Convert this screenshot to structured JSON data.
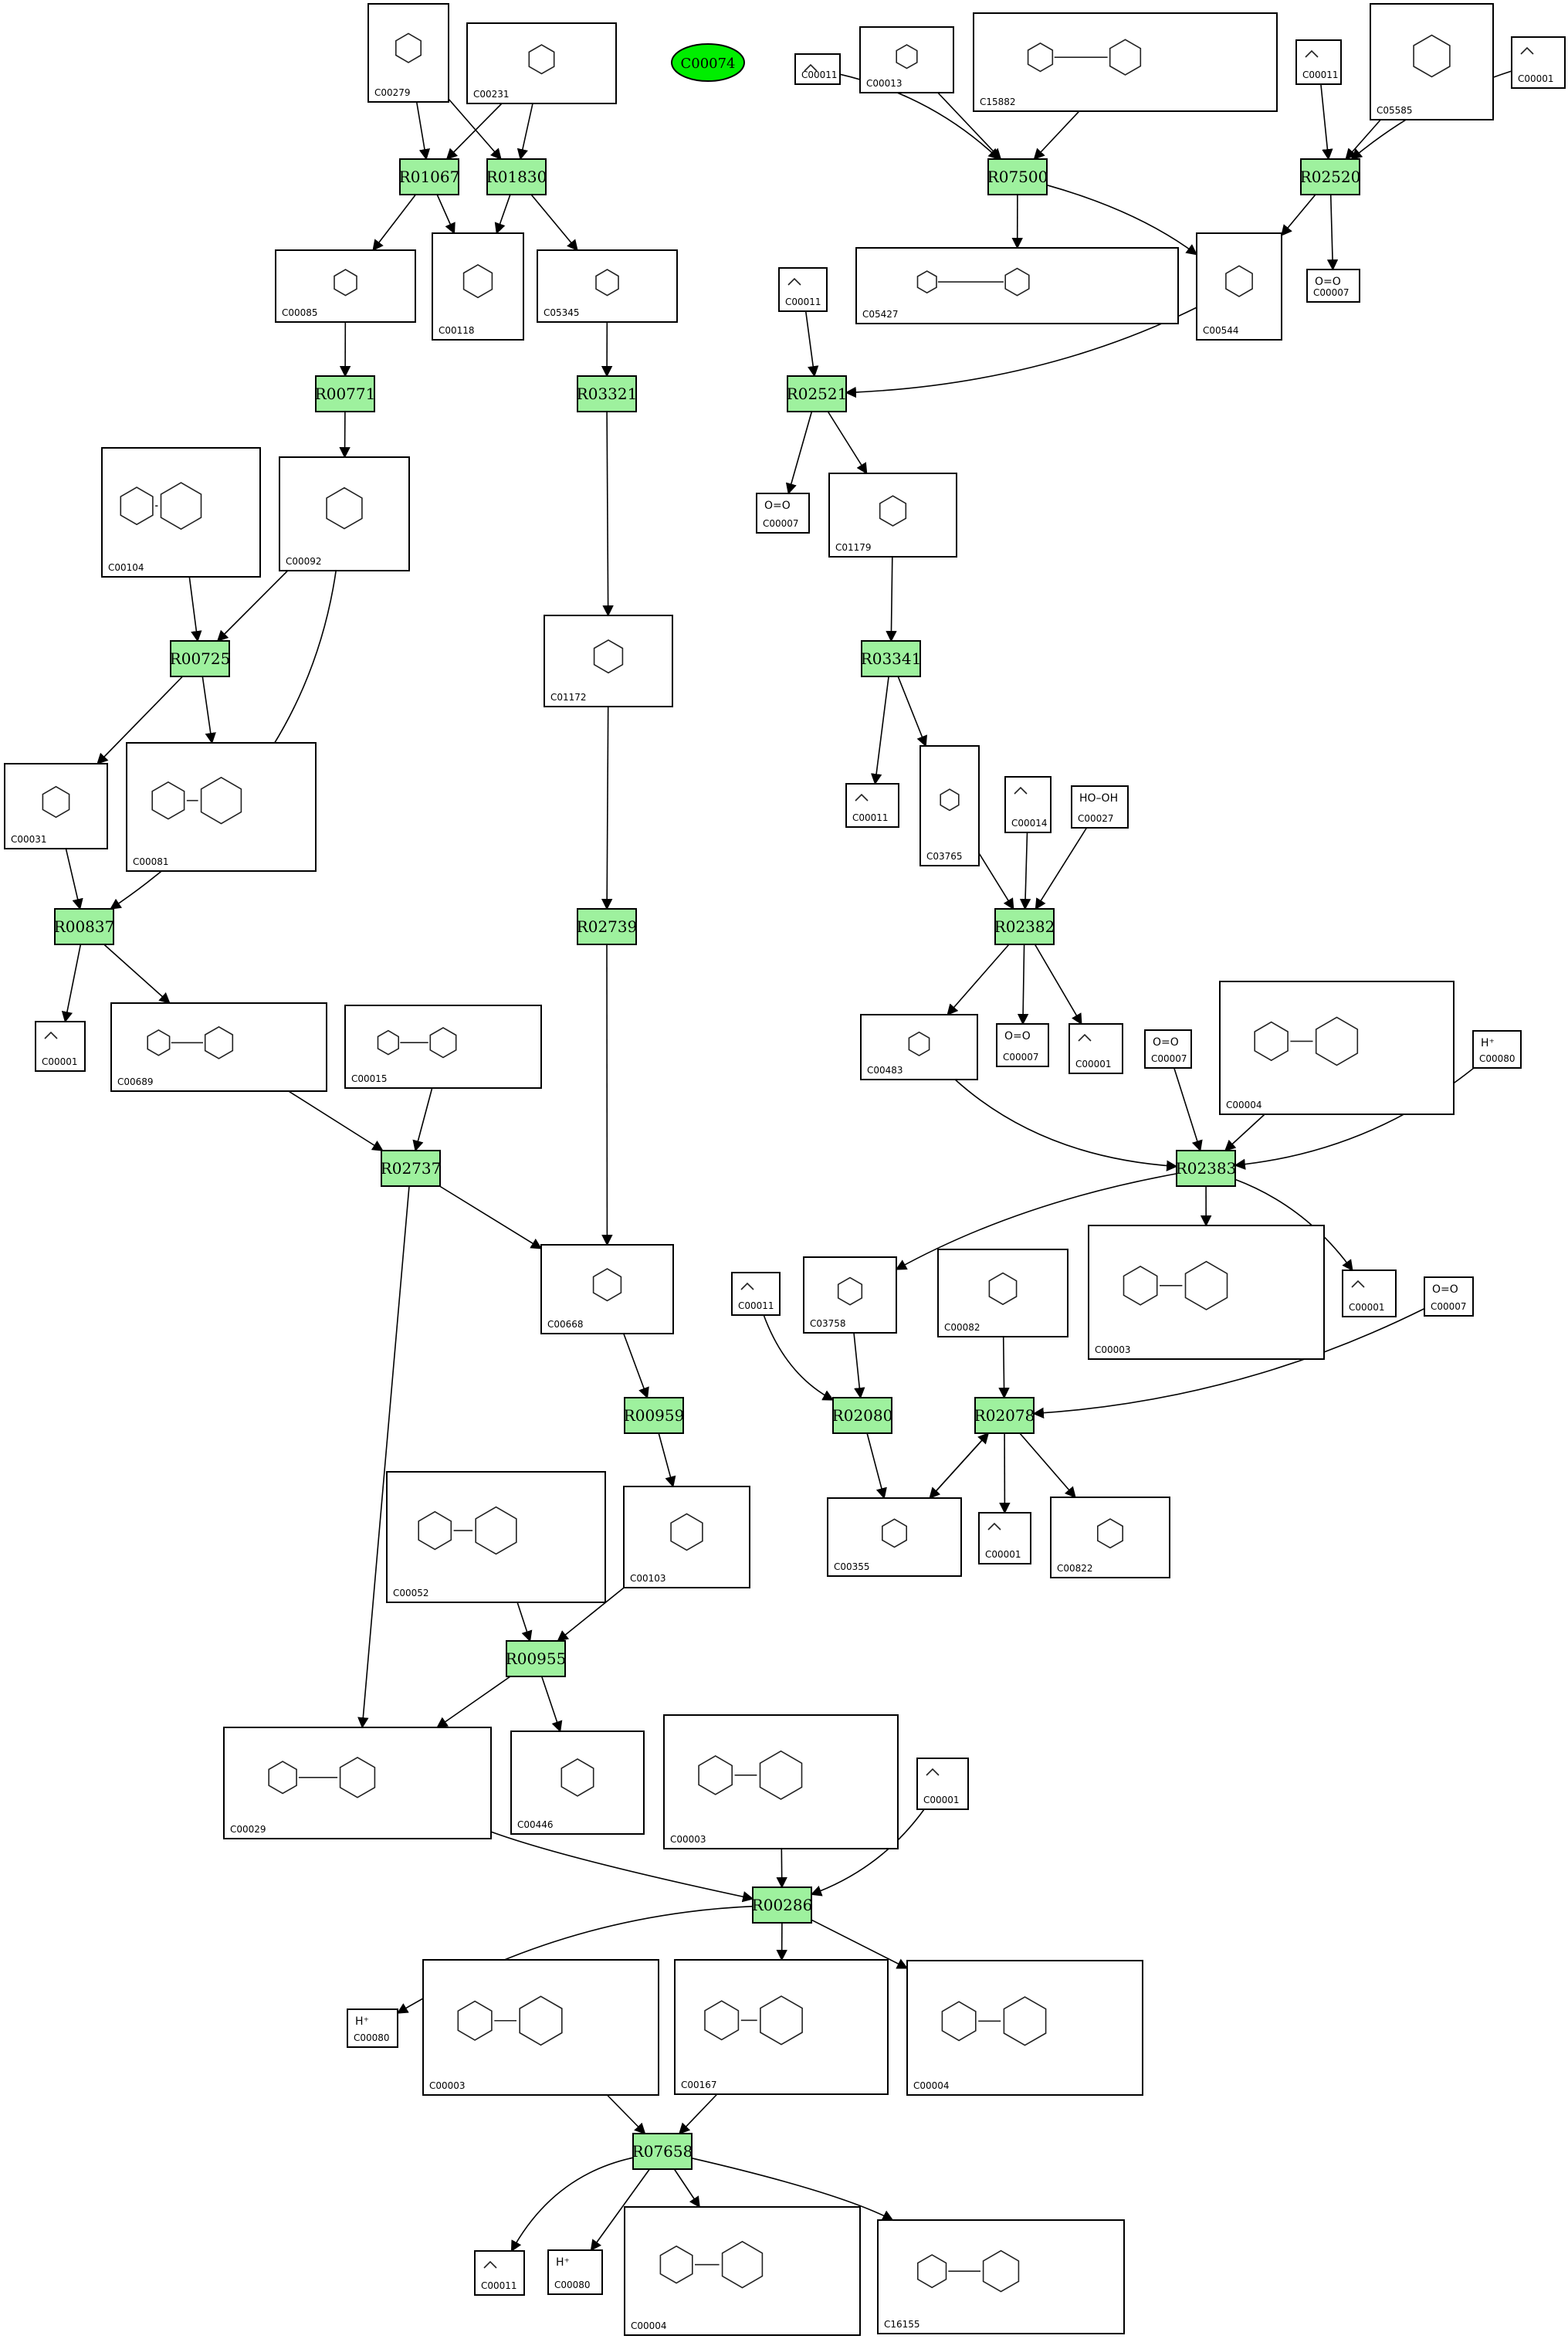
{
  "start_node": {
    "label": "C00074",
    "color": "#00ee00"
  },
  "colors": {
    "reaction_fill": "#9ef19e",
    "start_fill": "#00ee00",
    "edge": "#000000"
  },
  "reactions": [
    {
      "id": "R01067",
      "label": "R01067"
    },
    {
      "id": "R01830",
      "label": "R01830"
    },
    {
      "id": "R07500",
      "label": "R07500"
    },
    {
      "id": "R02520",
      "label": "R02520"
    },
    {
      "id": "R00771",
      "label": "R00771"
    },
    {
      "id": "R03321",
      "label": "R03321"
    },
    {
      "id": "R02521",
      "label": "R02521"
    },
    {
      "id": "R00725",
      "label": "R00725"
    },
    {
      "id": "R03341",
      "label": "R03341"
    },
    {
      "id": "R00837",
      "label": "R00837"
    },
    {
      "id": "R02739",
      "label": "R02739"
    },
    {
      "id": "R02382",
      "label": "R02382"
    },
    {
      "id": "R02737",
      "label": "R02737"
    },
    {
      "id": "R02383",
      "label": "R02383"
    },
    {
      "id": "R00959",
      "label": "R00959"
    },
    {
      "id": "R02080",
      "label": "R02080"
    },
    {
      "id": "R02078",
      "label": "R02078"
    },
    {
      "id": "R00955",
      "label": "R00955"
    },
    {
      "id": "R00286",
      "label": "R00286"
    },
    {
      "id": "R07658",
      "label": "R07658"
    }
  ],
  "compounds": [
    {
      "key": "c00279",
      "label": "C00279",
      "formula": ""
    },
    {
      "key": "c00231",
      "label": "C00231",
      "formula": ""
    },
    {
      "key": "c00011_a",
      "label": "C00011",
      "formula": ""
    },
    {
      "key": "c00013",
      "label": "C00013",
      "formula": ""
    },
    {
      "key": "c15882",
      "label": "C15882",
      "formula": ""
    },
    {
      "key": "c00011_b",
      "label": "C00011",
      "formula": ""
    },
    {
      "key": "c05585",
      "label": "C05585",
      "formula": ""
    },
    {
      "key": "c00001_a",
      "label": "C00001",
      "formula": ""
    },
    {
      "key": "c00085",
      "label": "C00085",
      "formula": ""
    },
    {
      "key": "c00118",
      "label": "C00118",
      "formula": ""
    },
    {
      "key": "c05345",
      "label": "C05345",
      "formula": ""
    },
    {
      "key": "c05427",
      "label": "C05427",
      "formula": ""
    },
    {
      "key": "c00544",
      "label": "C00544",
      "formula": ""
    },
    {
      "key": "c00007_a",
      "label": "C00007",
      "formula": "O=O"
    },
    {
      "key": "c00011_c",
      "label": "C00011",
      "formula": ""
    },
    {
      "key": "c00104",
      "label": "C00104",
      "formula": ""
    },
    {
      "key": "c00092",
      "label": "C00092",
      "formula": ""
    },
    {
      "key": "c00007_b",
      "label": "C00007",
      "formula": "O=O"
    },
    {
      "key": "c01179",
      "label": "C01179",
      "formula": ""
    },
    {
      "key": "c01172",
      "label": "C01172",
      "formula": ""
    },
    {
      "key": "c00031",
      "label": "C00031",
      "formula": ""
    },
    {
      "key": "c00081",
      "label": "C00081",
      "formula": ""
    },
    {
      "key": "c00011_d",
      "label": "C00011",
      "formula": ""
    },
    {
      "key": "c03765",
      "label": "C03765",
      "formula": ""
    },
    {
      "key": "c00014",
      "label": "C00014",
      "formula": ""
    },
    {
      "key": "c00027",
      "label": "C00027",
      "formula": "HO–OH"
    },
    {
      "key": "c00001_b",
      "label": "C00001",
      "formula": ""
    },
    {
      "key": "c00689",
      "label": "C00689",
      "formula": ""
    },
    {
      "key": "c00015",
      "label": "C00015",
      "formula": ""
    },
    {
      "key": "c00483",
      "label": "C00483",
      "formula": ""
    },
    {
      "key": "c00007_c",
      "label": "C00007",
      "formula": "O=O"
    },
    {
      "key": "c00001_c",
      "label": "C00001",
      "formula": ""
    },
    {
      "key": "c00004_a",
      "label": "C00004",
      "formula": ""
    },
    {
      "key": "c00007_d",
      "label": "C00007",
      "formula": "O=O"
    },
    {
      "key": "c00080_a",
      "label": "C00080",
      "formula": "H⁺"
    },
    {
      "key": "c00668",
      "label": "C00668",
      "formula": ""
    },
    {
      "key": "c00011_e",
      "label": "C00011",
      "formula": ""
    },
    {
      "key": "c03758",
      "label": "C03758",
      "formula": ""
    },
    {
      "key": "c00082",
      "label": "C00082",
      "formula": ""
    },
    {
      "key": "c00003_a",
      "label": "C00003",
      "formula": ""
    },
    {
      "key": "c00001_d",
      "label": "C00001",
      "formula": ""
    },
    {
      "key": "c00007_e",
      "label": "C00007",
      "formula": "O=O"
    },
    {
      "key": "c00052",
      "label": "C00052",
      "formula": ""
    },
    {
      "key": "c00103",
      "label": "C00103",
      "formula": ""
    },
    {
      "key": "c00355",
      "label": "C00355",
      "formula": ""
    },
    {
      "key": "c00001_e",
      "label": "C00001",
      "formula": ""
    },
    {
      "key": "c00822",
      "label": "C00822",
      "formula": ""
    },
    {
      "key": "c00029",
      "label": "C00029",
      "formula": ""
    },
    {
      "key": "c00446",
      "label": "C00446",
      "formula": ""
    },
    {
      "key": "c00003_b",
      "label": "C00003",
      "formula": ""
    },
    {
      "key": "c00001_f",
      "label": "C00001",
      "formula": ""
    },
    {
      "key": "c00080_b",
      "label": "C00080",
      "formula": "H⁺"
    },
    {
      "key": "c00003_c",
      "label": "C00003",
      "formula": ""
    },
    {
      "key": "c00167",
      "label": "C00167",
      "formula": ""
    },
    {
      "key": "c00004_b",
      "label": "C00004",
      "formula": ""
    },
    {
      "key": "c00011_f",
      "label": "C00011",
      "formula": ""
    },
    {
      "key": "c00080_c",
      "label": "C00080",
      "formula": "H⁺"
    },
    {
      "key": "c00004_c",
      "label": "C00004",
      "formula": ""
    },
    {
      "key": "c16155",
      "label": "C16155",
      "formula": ""
    }
  ]
}
